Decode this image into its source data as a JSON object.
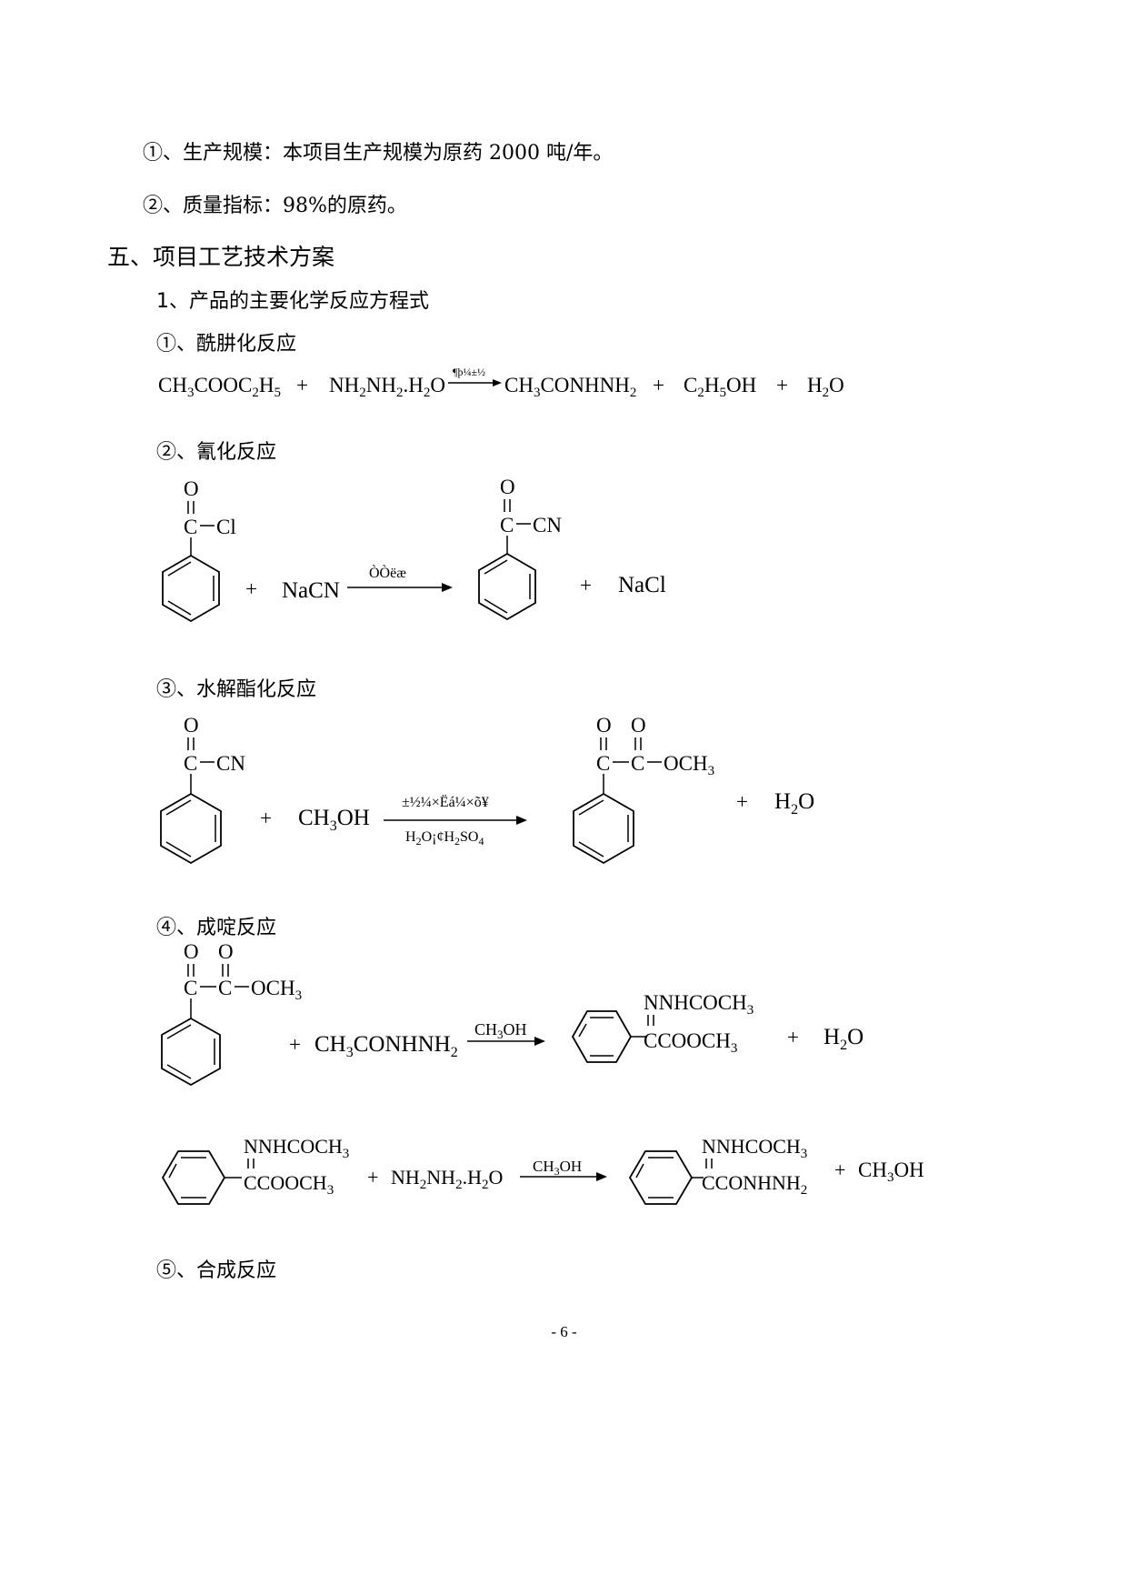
{
  "items": {
    "scale": "①、生产规模：本项目生产规模为原药 2000 吨/年。",
    "quality": "②、质量指标：98%的原药。"
  },
  "section": {
    "title": "五、项目工艺技术方案",
    "subtitle": "1、产品的主要化学反应方程式"
  },
  "reactions": {
    "r1": {
      "title": "①、酰肼化反应",
      "reactant1": "CH3COOC2H5",
      "plus": "+",
      "reactant2": "NH2NH2.H2O",
      "condition": "¶þ¼±½",
      "product1": "CH3CONHNH2",
      "product2": "C2H5OH",
      "product3": "H2O"
    },
    "r2": {
      "title": "②、氰化反应",
      "o": "O",
      "c": "C",
      "cl": "Cl",
      "cn": "CN",
      "reagent": "NaCN",
      "condition": "ÒÒëæ",
      "byproduct": "NaCl",
      "plus": "+"
    },
    "r3": {
      "title": "③、水解酯化反应",
      "o": "O",
      "c": "C",
      "cn": "CN",
      "reagent": "CH3OH",
      "condition_top": "±½¼×Ëá¼×õ¥",
      "condition_bottom": "H2O¡¢H2SO4",
      "och3": "OCH3",
      "byproduct": "H2O",
      "plus": "+"
    },
    "r4": {
      "title": "④、成啶反应",
      "o": "O",
      "c": "C",
      "och3": "OCH3",
      "reagent": "CH3CONHNH2",
      "condition": "CH3OH",
      "prod_top": "NNHCOCH3",
      "prod_bottom": "CCOOCH3",
      "byproduct": "H2O",
      "plus": "+"
    },
    "r4b": {
      "sm_top": "NNHCOCH3",
      "sm_bottom": "CCOOCH3",
      "reagent": "NH2NH2.H2O",
      "condition": "CH3OH",
      "prod_top": "NNHCOCH3",
      "prod_bottom": "CCONHNH2",
      "byproduct": "CH3OH",
      "plus": "+"
    },
    "r5": {
      "title": "⑤、合成反应"
    }
  },
  "footer": {
    "page": "- 6 -"
  }
}
